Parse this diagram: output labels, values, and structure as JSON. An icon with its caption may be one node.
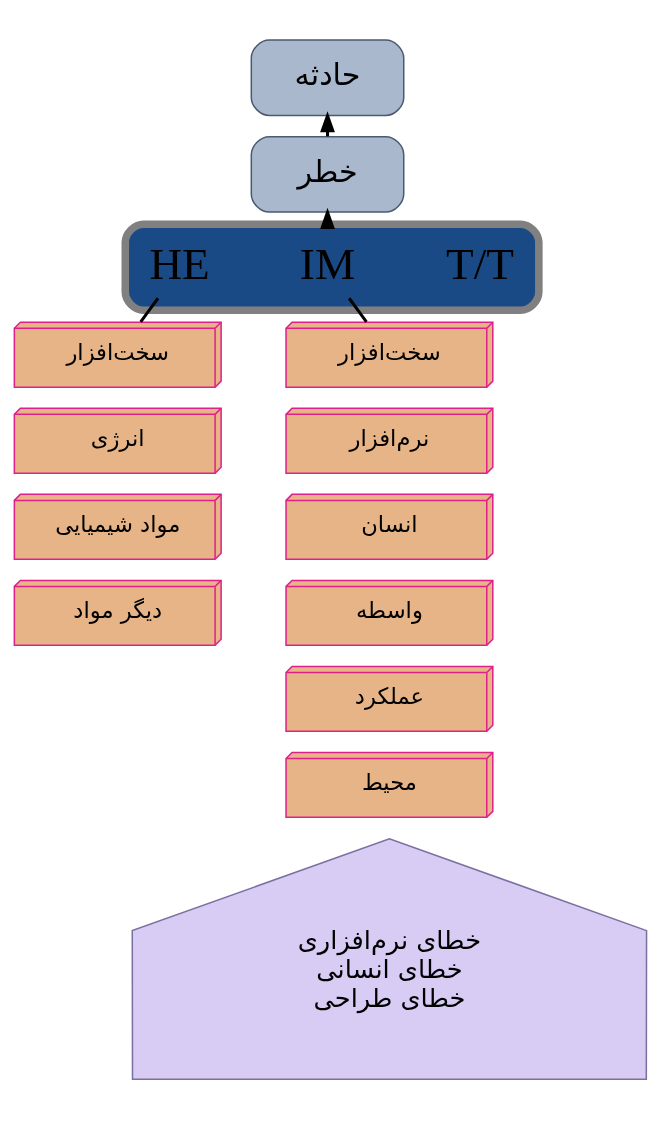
{
  "diagram": {
    "nodes": [
      {
        "text": [
          "حادثه"
        ]
      },
      {
        "text": [
          "خطر"
        ]
      },
      {
        "text": [],
        "shape": "bar"
      },
      {
        "text": [
          "HE"
        ],
        "in": 2
      },
      {
        "text": [
          "IM"
        ],
        "in": 2
      },
      {
        "text": [
          "T/T"
        ],
        "in": 2
      },
      {
        "text": [
          "سخت‌افزار"
        ]
      },
      {
        "text": [
          "انرژی"
        ]
      },
      {
        "text": [
          "مواد شیمیایی"
        ]
      },
      {
        "text": [
          "دیگر مواد"
        ]
      },
      {
        "text": [
          "سخت‌افزار"
        ]
      },
      {
        "text": [
          "نرم‌افزار"
        ]
      },
      {
        "text": [
          "انسان"
        ]
      },
      {
        "text": [
          "واسطه"
        ]
      },
      {
        "text": [
          "عملکرد"
        ]
      },
      {
        "text": [
          "محیط"
        ]
      },
      {
        "text": [
          "خطای نرم‌افزاری",
          "خطای انسانی",
          "خطای طراحی"
        ]
      }
    ],
    "edges": [
      {
        "from": 1,
        "to": 0,
        "arrow": "to"
      },
      {
        "from": 2,
        "to": 1,
        "arrow": "to"
      },
      {
        "from": 3,
        "to": 6,
        "arrow": "none"
      },
      {
        "from": 4,
        "to": 10,
        "arrow": "none"
      }
    ]
  }
}
